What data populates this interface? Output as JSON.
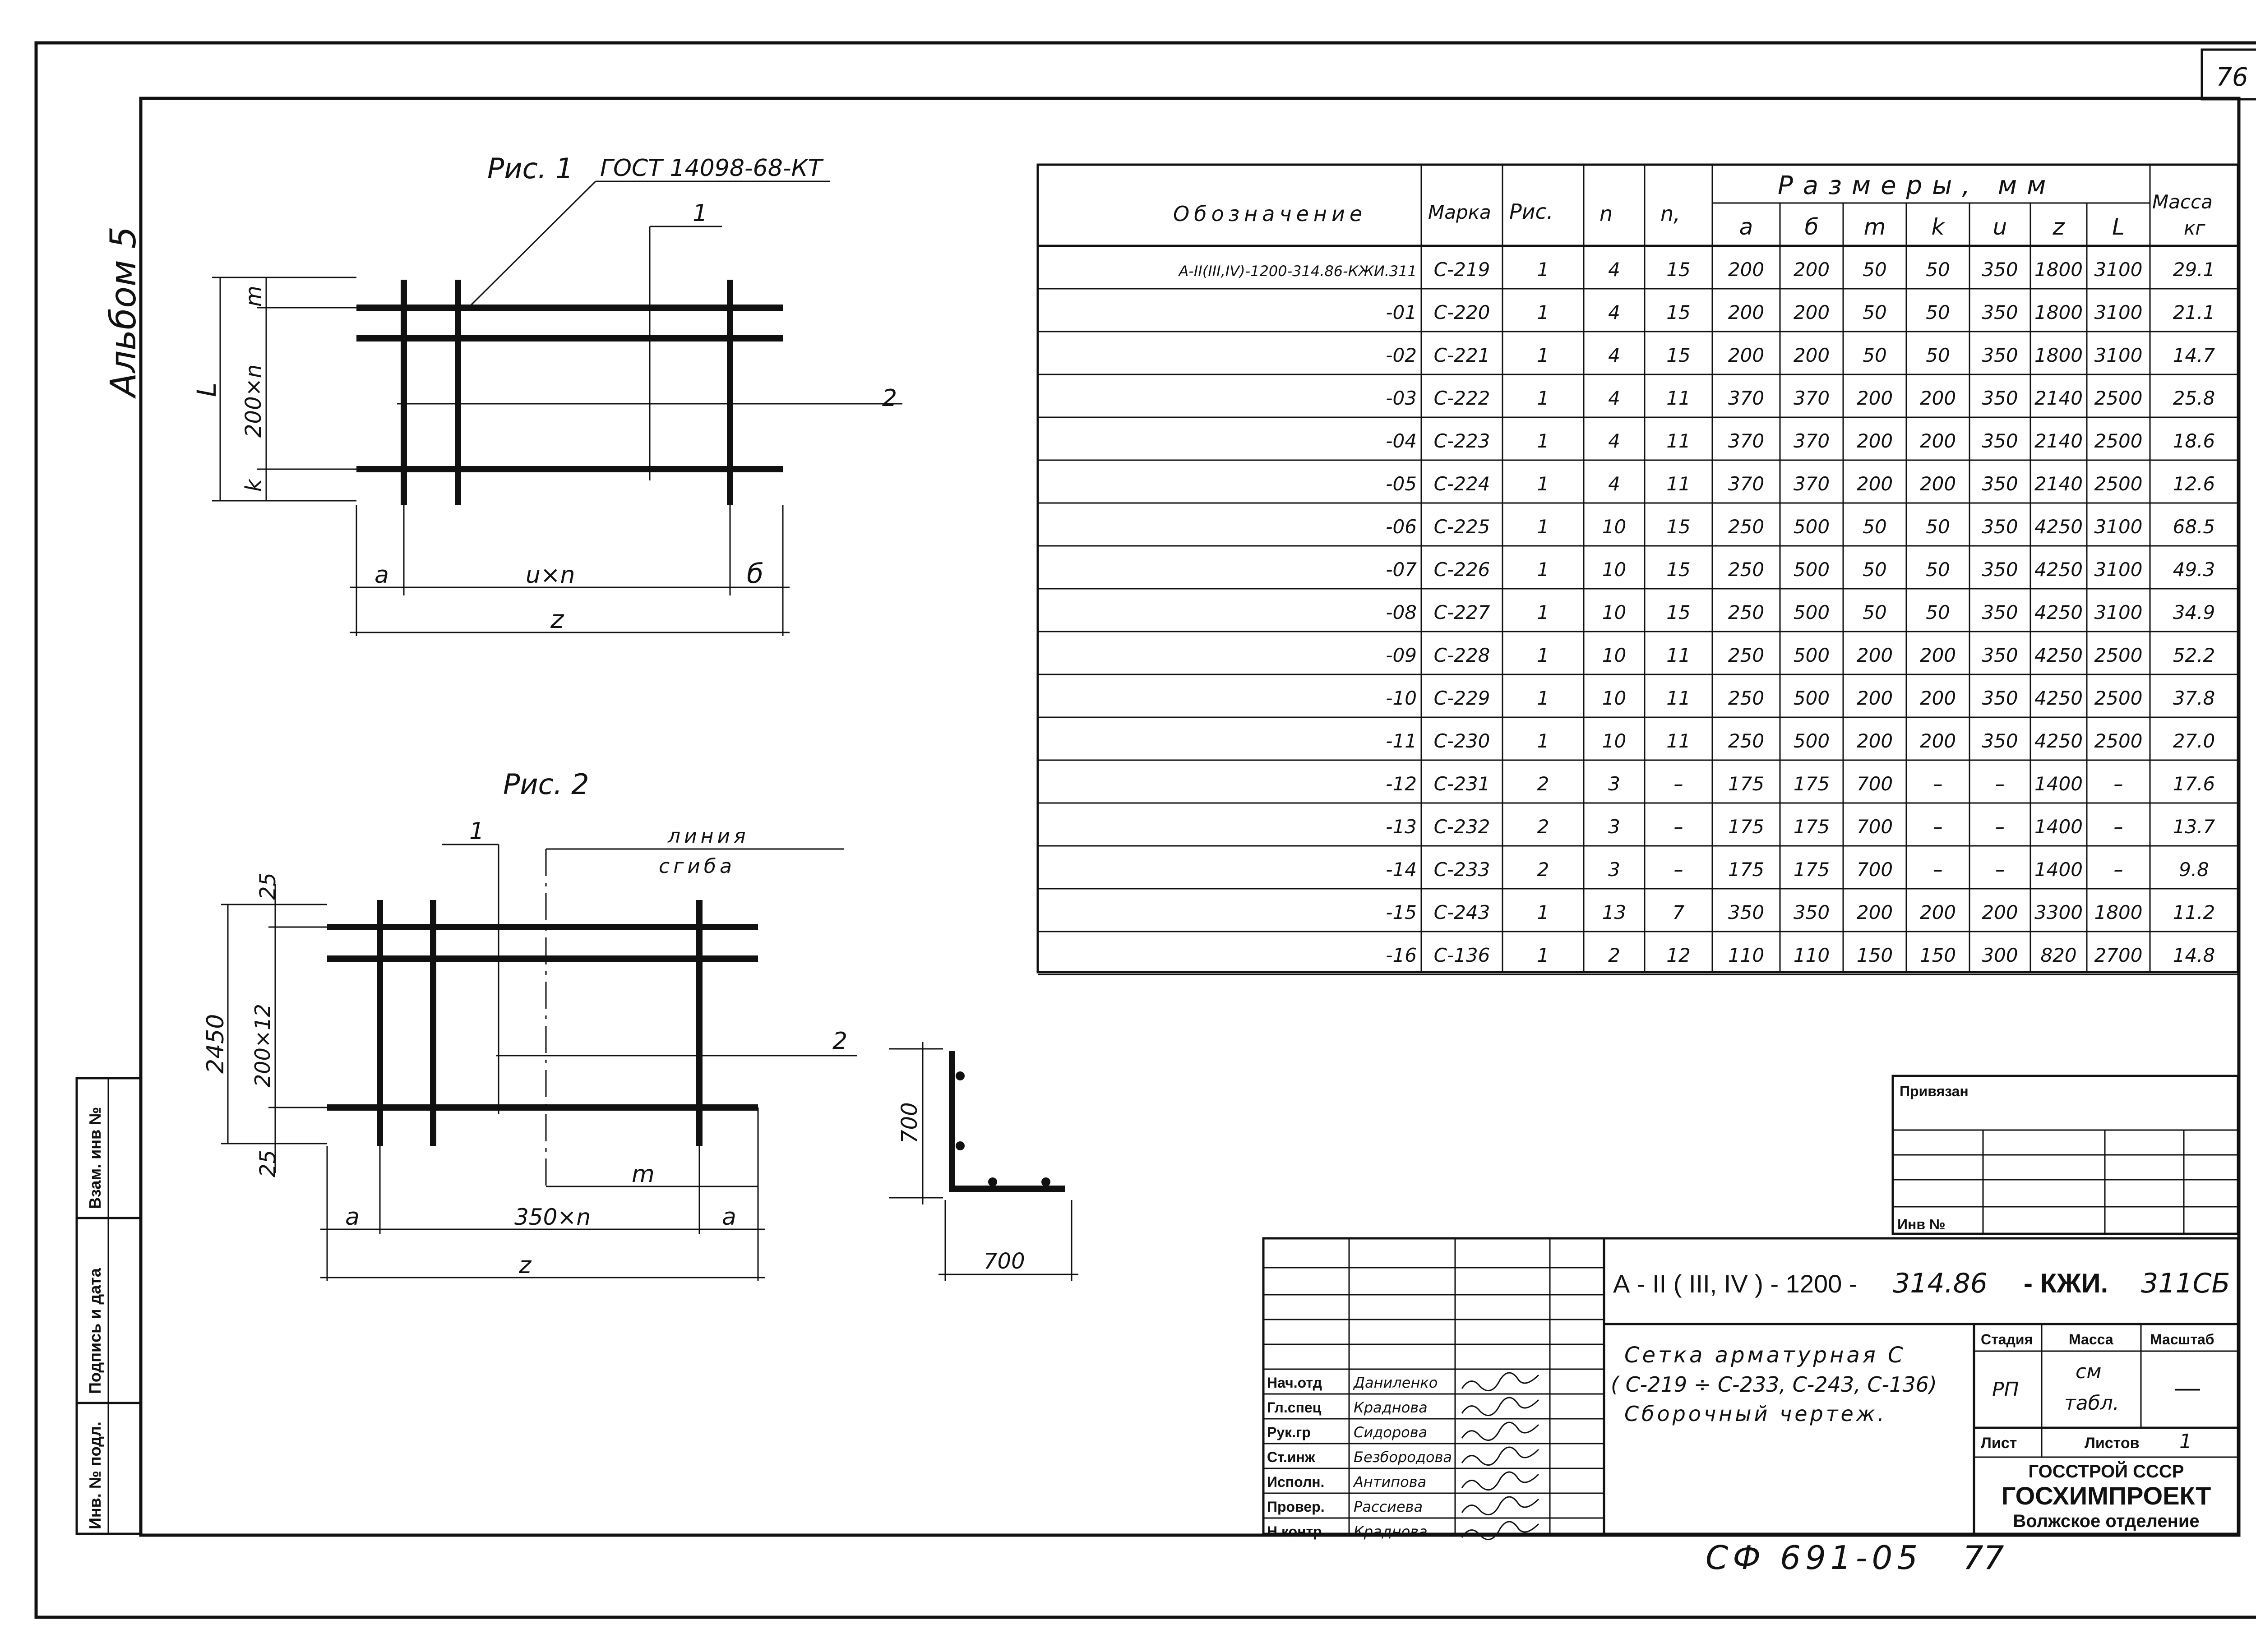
{
  "sheet_number": "76",
  "album_label": "Альбом 5",
  "stamp_bottom": "СФ 691-05",
  "stamp_bottom_page": "77",
  "fig1": {
    "caption": "Рис. 1",
    "gost": "ГОСТ 14098-68-КТ",
    "callout1": "1",
    "callout2": "2",
    "dim_L": "L",
    "dim_200n": "200×n",
    "dim_m": "m",
    "dim_k": "k",
    "dim_a": "a",
    "dim_un": "u×n",
    "dim_b": "б",
    "dim_z": "z"
  },
  "fig2": {
    "caption": "Рис. 2",
    "callout1": "1",
    "callout2": "2",
    "bend_line_1": "линия",
    "bend_line_2": "сгиба",
    "dim_25_top": "25",
    "dim_25_bottom": "25",
    "dim_2450": "2450",
    "dim_200x12": "200×12",
    "dim_m": "m",
    "dim_a_left": "a",
    "dim_350n": "350×n",
    "dim_a_right": "a",
    "dim_z": "z",
    "dim_700_v": "700",
    "dim_700_h": "700"
  },
  "table": {
    "header": {
      "designation": "Обозначение",
      "mark": "Марка",
      "fig": "Рис.",
      "n": "n",
      "n1": "n,",
      "sizes": "Размеры, мм",
      "mass": "Масса",
      "mass_unit": "кг",
      "sub": [
        "a",
        "б",
        "m",
        "k",
        "u",
        "z",
        "L"
      ]
    },
    "rows": [
      [
        "А-II(III,IV)-1200-314.86-КЖИ.311",
        "С-219",
        "1",
        "4",
        "15",
        "200",
        "200",
        "50",
        "50",
        "350",
        "1800",
        "3100",
        "29.1"
      ],
      [
        "-01",
        "С-220",
        "1",
        "4",
        "15",
        "200",
        "200",
        "50",
        "50",
        "350",
        "1800",
        "3100",
        "21.1"
      ],
      [
        "-02",
        "С-221",
        "1",
        "4",
        "15",
        "200",
        "200",
        "50",
        "50",
        "350",
        "1800",
        "3100",
        "14.7"
      ],
      [
        "-03",
        "С-222",
        "1",
        "4",
        "11",
        "370",
        "370",
        "200",
        "200",
        "350",
        "2140",
        "2500",
        "25.8"
      ],
      [
        "-04",
        "С-223",
        "1",
        "4",
        "11",
        "370",
        "370",
        "200",
        "200",
        "350",
        "2140",
        "2500",
        "18.6"
      ],
      [
        "-05",
        "С-224",
        "1",
        "4",
        "11",
        "370",
        "370",
        "200",
        "200",
        "350",
        "2140",
        "2500",
        "12.6"
      ],
      [
        "-06",
        "С-225",
        "1",
        "10",
        "15",
        "250",
        "500",
        "50",
        "50",
        "350",
        "4250",
        "3100",
        "68.5"
      ],
      [
        "-07",
        "С-226",
        "1",
        "10",
        "15",
        "250",
        "500",
        "50",
        "50",
        "350",
        "4250",
        "3100",
        "49.3"
      ],
      [
        "-08",
        "С-227",
        "1",
        "10",
        "15",
        "250",
        "500",
        "50",
        "50",
        "350",
        "4250",
        "3100",
        "34.9"
      ],
      [
        "-09",
        "С-228",
        "1",
        "10",
        "11",
        "250",
        "500",
        "200",
        "200",
        "350",
        "4250",
        "2500",
        "52.2"
      ],
      [
        "-10",
        "С-229",
        "1",
        "10",
        "11",
        "250",
        "500",
        "200",
        "200",
        "350",
        "4250",
        "2500",
        "37.8"
      ],
      [
        "-11",
        "С-230",
        "1",
        "10",
        "11",
        "250",
        "500",
        "200",
        "200",
        "350",
        "4250",
        "2500",
        "27.0"
      ],
      [
        "-12",
        "С-231",
        "2",
        "3",
        "–",
        "175",
        "175",
        "700",
        "–",
        "–",
        "1400",
        "–",
        "17.6"
      ],
      [
        "-13",
        "С-232",
        "2",
        "3",
        "–",
        "175",
        "175",
        "700",
        "–",
        "–",
        "1400",
        "–",
        "13.7"
      ],
      [
        "-14",
        "С-233",
        "2",
        "3",
        "–",
        "175",
        "175",
        "700",
        "–",
        "–",
        "1400",
        "–",
        "9.8"
      ],
      [
        "-15",
        "С-243",
        "1",
        "13",
        "7",
        "350",
        "350",
        "200",
        "200",
        "200",
        "3300",
        "1800",
        "11.2"
      ],
      [
        "-16",
        "С-136",
        "1",
        "2",
        "12",
        "110",
        "110",
        "150",
        "150",
        "300",
        "820",
        "2700",
        "14.8"
      ]
    ]
  },
  "binding": {
    "title": "Привязан",
    "inv": "Инв №"
  },
  "side_strip": {
    "vzam": "Взам. инв №",
    "sign": "Подпись и дата",
    "inv_podl": "Инв. № подл."
  },
  "title_block": {
    "code_prefix": "А - II ( III, IV ) - 1200 -",
    "code_number": "314.86",
    "code_suffix": "- КЖИ.",
    "code_tail": "311СБ",
    "desc": [
      "Сетка арматурная С",
      "( С-219 ÷ С-233, С-243, С-136)",
      "Сборочный чертеж."
    ],
    "stage_label": "Стадия",
    "mass_label": "Масса",
    "scale_label": "Масштаб",
    "stage": "РП",
    "mass_1": "см",
    "mass_2": "табл.",
    "scale": "—",
    "sheet_label": "Лист",
    "sheets_label": "Листов",
    "sheets": "1",
    "org1": "ГОССТРОЙ СССР",
    "org2": "ГОСХИМПРОЕКТ",
    "org3": "Волжское отделение",
    "roles": [
      {
        "role": "Нач.отд",
        "name": "Даниленко"
      },
      {
        "role": "Гл.спец",
        "name": "Краднова"
      },
      {
        "role": "Рук.гр",
        "name": "Сидорова"
      },
      {
        "role": "Ст.инж",
        "name": "Безбородова"
      },
      {
        "role": "Исполн.",
        "name": "Антипова"
      },
      {
        "role": "Провер.",
        "name": "Рассиева"
      },
      {
        "role": "Н.контр",
        "name": "Краднова"
      }
    ]
  }
}
